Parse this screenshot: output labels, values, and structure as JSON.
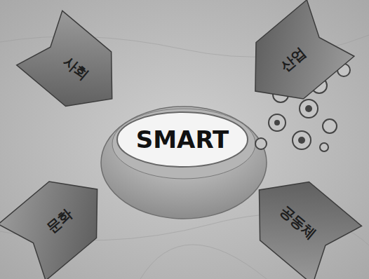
{
  "diagram": {
    "nodes": [
      {
        "text": [
          "사회"
        ]
      },
      {
        "text": [
          "산업"
        ]
      },
      {
        "text": [
          "SMART"
        ]
      },
      {
        "text": [
          "문화"
        ]
      },
      {
        "text": [
          "공동체"
        ]
      }
    ]
  }
}
